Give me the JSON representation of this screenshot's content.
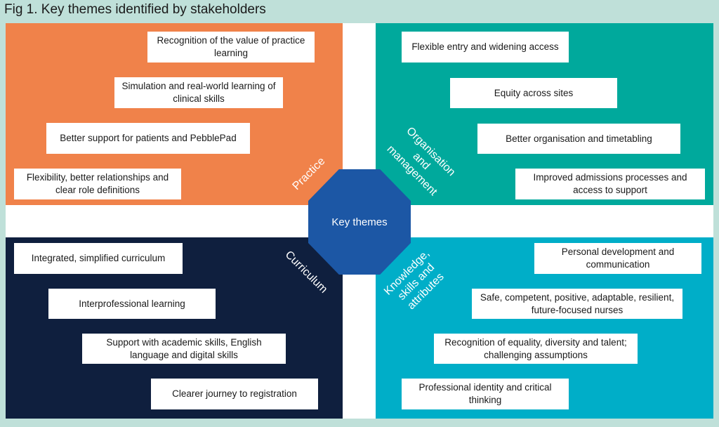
{
  "title": "Fig 1. Key themes identified by stakeholders",
  "center": {
    "label": "Key themes"
  },
  "colors": {
    "practice": "#f0824a",
    "organisation": "#00a99c",
    "curriculum": "#0f1f3e",
    "knowledge": "#00aec8",
    "center": "#1c57a5",
    "background": "#bfe0d9"
  },
  "quadrants": {
    "practice": {
      "label": "Practice",
      "items": [
        "Recognition of the value of practice learning",
        "Simulation and real-world learning of clinical skills",
        "Better support for patients and PebblePad",
        "Flexibility, better relationships and clear role definitions"
      ]
    },
    "organisation": {
      "label": "Organisation\nand\nmanagement",
      "items": [
        "Flexible entry and widening access",
        "Equity across sites",
        "Better organisation and timetabling",
        "Improved admissions processes and access to support"
      ]
    },
    "curriculum": {
      "label": "Curriculum",
      "items": [
        "Integrated, simplified curriculum",
        "Interprofessional learning",
        "Support with academic skills, English language and digital skills",
        "Clearer journey to registration"
      ]
    },
    "knowledge": {
      "label": "Knowledge,\nskills and\nattributes",
      "items": [
        "Personal development and communication",
        "Safe, competent, positive, adaptable, resilient, future-focused nurses",
        "Recognition of equality, diversity and talent; challenging assumptions",
        "Professional identity and critical thinking"
      ]
    }
  }
}
